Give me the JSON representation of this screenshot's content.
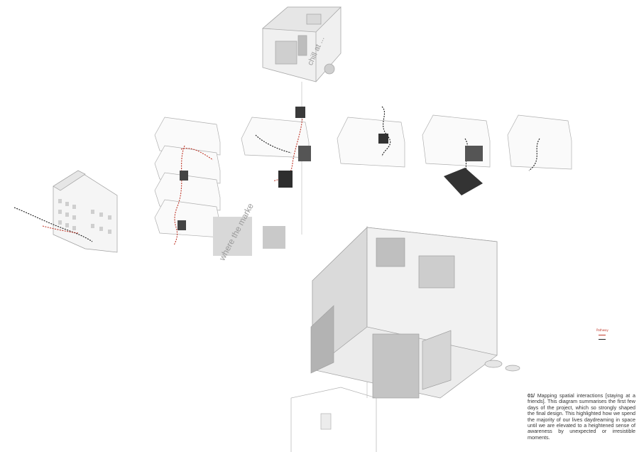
{
  "diagram": {
    "rotated_labels": {
      "chill_label": "chill at ...",
      "market_label": "where the marke"
    },
    "legend": {
      "title": "Pathway",
      "rows": [
        ""
      ]
    },
    "caption": {
      "number": "01/",
      "text": "Mapping spatial interactions [staying at a friends]. This diagram summarises the first few days of the project, which so strongly shaped the final design. This highlighted how we spend the majority of our lives daydreaming in space until we are elevated to a heightened sense of awareness by unexpected or irresistible moments."
    },
    "colors": {
      "line": "#9a9a9a",
      "path_red": "#c0392b",
      "path_dark": "#1a1a1a",
      "fill_light": "#e9e9e9"
    }
  }
}
